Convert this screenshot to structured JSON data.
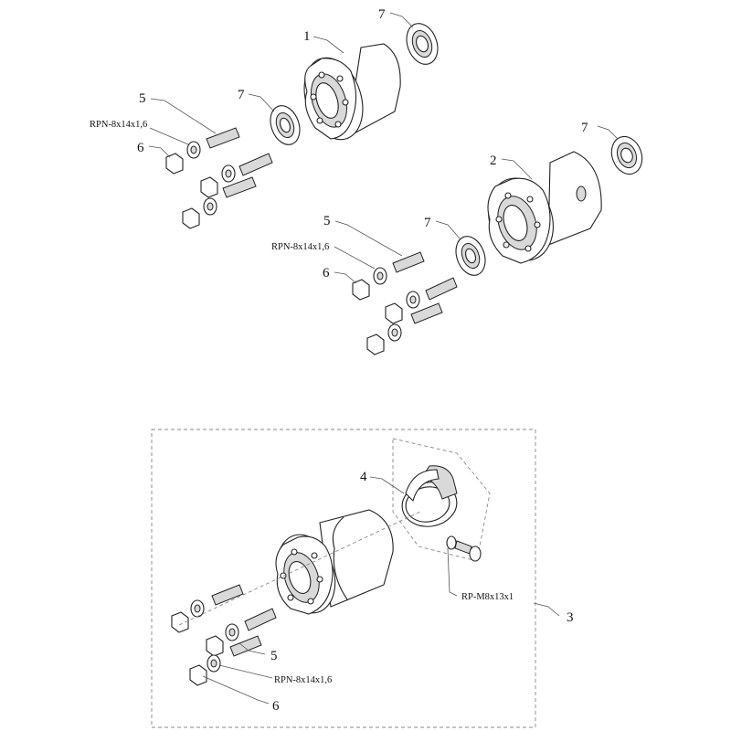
{
  "callouts": {
    "c1": "1",
    "c2": "2",
    "c3": "3",
    "c4": "4",
    "c5a": "5",
    "c5b": "5",
    "c5c": "5",
    "c6a": "6",
    "c6b": "6",
    "c6c": "6",
    "c7a": "7",
    "c7b": "7",
    "c7c": "7",
    "c7d": "7"
  },
  "codes": {
    "rpn_a": "RPN-8x14x1,6",
    "rpn_b": "RPN-8x14x1,6",
    "rpn_c": "RPN-8x14x1,6",
    "rp_m8": "RP-M8x13x1"
  }
}
